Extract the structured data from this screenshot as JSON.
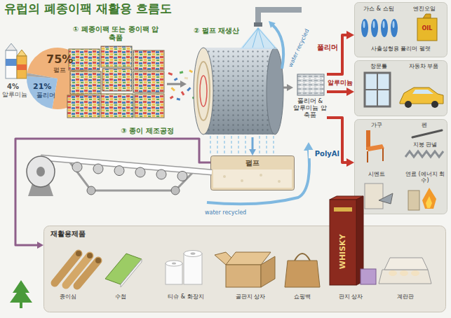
{
  "diagram": {
    "title": "유럽의 폐종이팩 재활용 흐름도",
    "nodes": [
      {
        "text": [
          "① 폐종이팩 또는 종이팩 압축품"
        ]
      },
      {
        "text": [
          "② 펄프 재생산"
        ]
      },
      {
        "text": [
          "폴리머 & 알루미늄 압축품"
        ]
      },
      {
        "text": [
          "가스 & 스팀",
          "엔진오일",
          "사출성형용 폴리머 펠렛"
        ]
      },
      {
        "text": [
          "창문틀",
          "자동차 부품"
        ]
      },
      {
        "text": [
          "가구",
          "펜",
          "지붕 판넬",
          "시멘트",
          "연료 (에너지 회수)"
        ]
      },
      {
        "text": [
          "펄프"
        ]
      },
      {
        "text": [
          "재활용제품",
          "종이심",
          "수첩",
          "티슈 & 화장지",
          "골판지 상자",
          "쇼핑백",
          "판지 상자",
          "계란판"
        ]
      }
    ],
    "edges": [
      {
        "from": 0,
        "to": 1,
        "arrow": "to"
      },
      {
        "from": 1,
        "to": 2,
        "arrow": "to"
      },
      {
        "from": 2,
        "to": 3,
        "label": "폴리머",
        "arrow": "to"
      },
      {
        "from": 2,
        "to": 4,
        "label": "알루미늄",
        "arrow": "to"
      },
      {
        "from": 2,
        "to": 5,
        "label": "PolyAl",
        "arrow": "to"
      },
      {
        "from": 1,
        "to": 6,
        "arrow": "to"
      },
      {
        "from": 6,
        "to": 7,
        "label": "③ 종이 제조공정",
        "arrow": "to"
      }
    ],
    "labels": [
      "75%",
      "펄프",
      "21%",
      "폴리머",
      "4%",
      "알루미늄",
      "water recycled",
      "water recycled",
      "OIL",
      "WHISKY"
    ]
  }
}
